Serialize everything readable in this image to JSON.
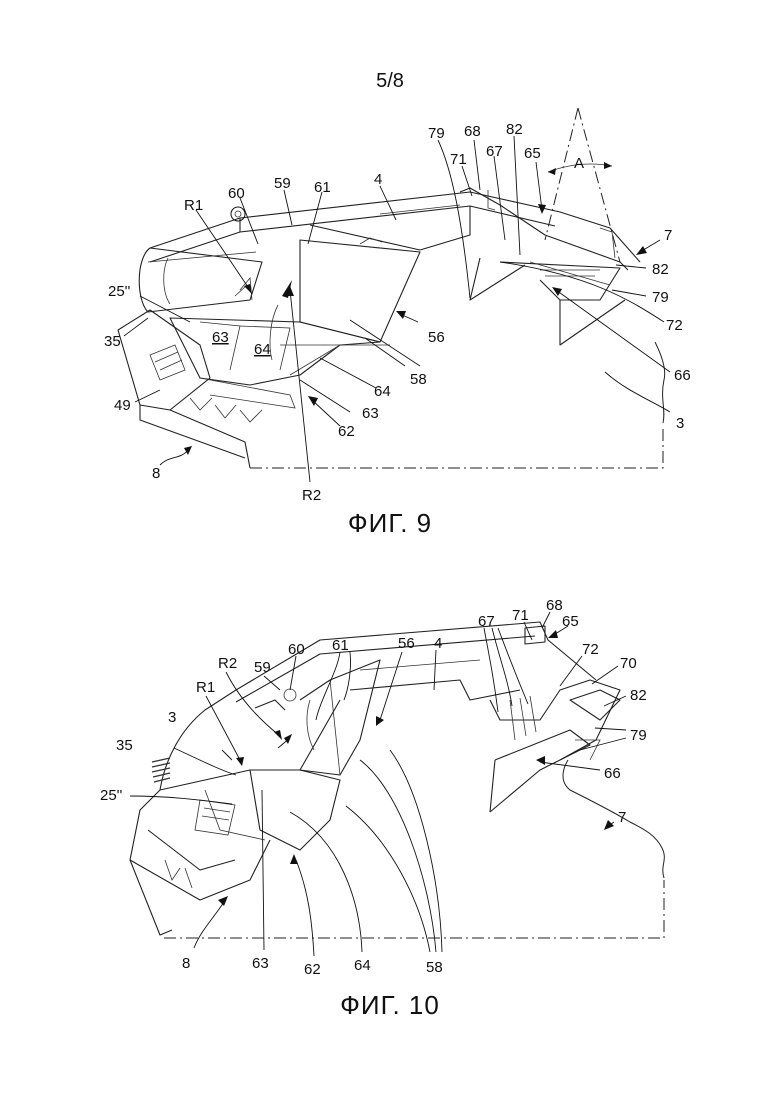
{
  "page": {
    "number": "5/8"
  },
  "figures": [
    {
      "title": "ФИГ. 9",
      "labels": {
        "l4": "4",
        "l59": "59",
        "l60": "60",
        "l61": "61",
        "lR1": "R1",
        "l25": "25''",
        "l35": "35",
        "l63": "63",
        "l64": "64",
        "l49": "49",
        "l8": "8",
        "lR2": "R2",
        "l62": "62",
        "l63b": "63",
        "l64b": "64",
        "l58": "58",
        "l56": "56",
        "l79": "79",
        "l68": "68",
        "l71": "71",
        "l67": "67",
        "l82": "82",
        "l65": "65",
        "lA": "A",
        "l7": "7",
        "l82b": "82",
        "l79b": "79",
        "l72": "72",
        "l66": "66",
        "l3": "3"
      }
    },
    {
      "title": "ФИГ. 10",
      "labels": {
        "l68": "68",
        "l71": "71",
        "l65": "65",
        "l67": "67",
        "l56": "56",
        "l4": "4",
        "l61": "61",
        "l60": "60",
        "l59": "59",
        "lR2": "R2",
        "lR1": "R1",
        "l3": "3",
        "l35": "35",
        "l25": "25''",
        "l72": "72",
        "l70": "70",
        "l82": "82",
        "l79": "79",
        "l66": "66",
        "l7": "7",
        "l8": "8",
        "l63": "63",
        "l62": "62",
        "l64": "64",
        "l58": "58"
      }
    }
  ]
}
